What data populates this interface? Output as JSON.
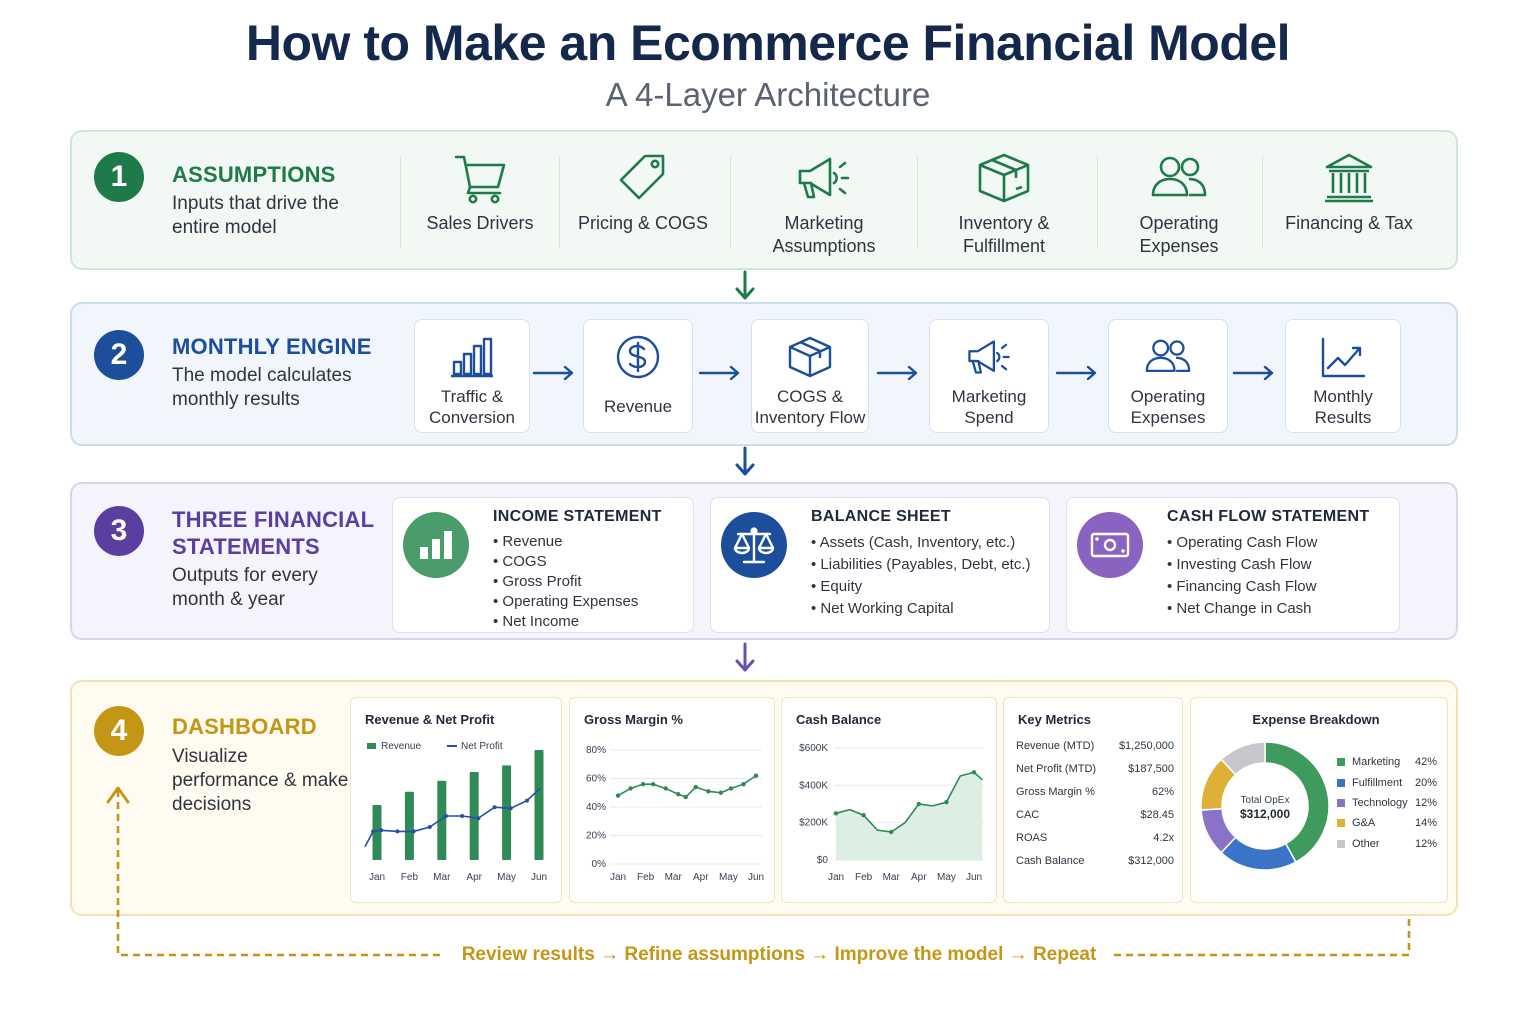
{
  "title": "How to Make an Ecommerce Financial Model",
  "subtitle": "A 4-Layer Architecture",
  "layers": [
    {
      "number": "1",
      "title": "ASSUMPTIONS",
      "description": "Inputs that drive the entire model",
      "items": [
        {
          "label": "Sales Drivers",
          "icon": "shopping-cart-icon"
        },
        {
          "label": "Pricing & COGS",
          "icon": "price-tag-icon"
        },
        {
          "label": "Marketing Assumptions",
          "icon": "megaphone-icon"
        },
        {
          "label": "Inventory & Fulfillment",
          "icon": "box-icon"
        },
        {
          "label": "Operating Expenses",
          "icon": "people-icon"
        },
        {
          "label": "Financing & Tax",
          "icon": "bank-icon"
        }
      ]
    },
    {
      "number": "2",
      "title": "MONTHLY ENGINE",
      "description": "The model calculates monthly results",
      "items": [
        {
          "label": "Traffic & Conversion",
          "icon": "bar-chart-icon"
        },
        {
          "label": "Revenue",
          "icon": "dollar-circle-icon"
        },
        {
          "label": "COGS & Inventory Flow",
          "icon": "box-icon"
        },
        {
          "label": "Marketing Spend",
          "icon": "megaphone-icon"
        },
        {
          "label": "Operating Expenses",
          "icon": "people-icon"
        },
        {
          "label": "Monthly Results",
          "icon": "line-chart-icon"
        }
      ]
    },
    {
      "number": "3",
      "title": "THREE FINANCIAL STATEMENTS",
      "description": "Outputs for every month & year",
      "statements": [
        {
          "title": "INCOME STATEMENT",
          "icon": "bar-chart-icon",
          "items": [
            "Revenue",
            "COGS",
            "Gross Profit",
            "Operating Expenses",
            "Net Income"
          ]
        },
        {
          "title": "BALANCE SHEET",
          "icon": "scales-icon",
          "items": [
            "Assets (Cash, Inventory, etc.)",
            "Liabilities (Payables, Debt, etc.)",
            "Equity",
            "Net Working Capital"
          ]
        },
        {
          "title": "CASH FLOW STATEMENT",
          "icon": "cash-icon",
          "items": [
            "Operating Cash Flow",
            "Investing Cash Flow",
            "Financing Cash Flow",
            "Net Change in Cash"
          ]
        }
      ]
    },
    {
      "number": "4",
      "title": "DASHBOARD",
      "description": "Visualize performance & make decisions"
    }
  ],
  "colors": {
    "green": "#1f7a4a",
    "blue": "#1c4e9c",
    "purple": "#5b3fa0",
    "gold": "#c49616",
    "title": "#14284b"
  },
  "chart_data": [
    {
      "type": "bar",
      "title": "Revenue & Net Profit",
      "categories": [
        "Jan",
        "Feb",
        "Mar",
        "Apr",
        "May",
        "Jun"
      ],
      "ylim": [
        0,
        100
      ],
      "series": [
        {
          "name": "Revenue",
          "type": "bar",
          "values": [
            50,
            62,
            72,
            80,
            86,
            100
          ]
        },
        {
          "name": "Net Profit",
          "type": "line",
          "x": [
            0,
            0.25,
            0.5,
            1,
            1.5,
            2,
            2.5,
            3,
            3.5,
            4,
            4.5,
            5,
            5.4
          ],
          "values": [
            12,
            26,
            27,
            26,
            26,
            30,
            40,
            40,
            38,
            48,
            47,
            54,
            65
          ]
        }
      ]
    },
    {
      "type": "line",
      "title": "Gross Margin %",
      "categories": [
        "Jan",
        "Feb",
        "Mar",
        "Apr",
        "May",
        "Jun"
      ],
      "yticks": [
        "0%",
        "20%",
        "40%",
        "60%",
        "80%"
      ],
      "ylim": [
        0,
        80
      ],
      "series": [
        {
          "name": "",
          "x": [
            0,
            0.5,
            1,
            1.4,
            1.9,
            2.4,
            2.7,
            3.1,
            3.6,
            4.1,
            4.5,
            5.0,
            5.5
          ],
          "values": [
            48,
            53,
            56,
            56,
            53,
            49,
            47,
            54,
            51,
            50,
            53,
            56,
            62
          ]
        }
      ]
    },
    {
      "type": "area",
      "title": "Cash Balance",
      "categories": [
        "Jan",
        "Feb",
        "Mar",
        "Apr",
        "May",
        "Jun"
      ],
      "yticks": [
        "$0",
        "$200K",
        "$400K",
        "$600K"
      ],
      "ylim": [
        0,
        600000
      ],
      "series": [
        {
          "name": "",
          "x": [
            0,
            0.5,
            1,
            1.5,
            2,
            2.5,
            3,
            3.5,
            4,
            4.5,
            5,
            5.3
          ],
          "values": [
            250000,
            270000,
            240000,
            160000,
            150000,
            200000,
            300000,
            290000,
            310000,
            450000,
            470000,
            430000
          ]
        }
      ]
    },
    {
      "type": "table",
      "title": "Key Metrics",
      "rows": [
        {
          "label": "Revenue (MTD)",
          "value": "$1,250,000"
        },
        {
          "label": "Net Profit (MTD)",
          "value": "$187,500"
        },
        {
          "label": "Gross Margin %",
          "value": "62%"
        },
        {
          "label": "CAC",
          "value": "$28.45"
        },
        {
          "label": "ROAS",
          "value": "4.2x"
        },
        {
          "label": "Cash Balance",
          "value": "$312,000"
        }
      ]
    },
    {
      "type": "pie",
      "title": "Expense Breakdown",
      "center_label": "Total OpEx",
      "center_value": "$312,000",
      "slices": [
        {
          "name": "Marketing",
          "value": 42,
          "label": "42%",
          "color": "#3f9a5e"
        },
        {
          "name": "Fulfillment",
          "value": 20,
          "label": "20%",
          "color": "#3b74c7"
        },
        {
          "name": "Technology",
          "value": 12,
          "label": "12%",
          "color": "#8a72c8"
        },
        {
          "name": "G&A",
          "value": 14,
          "label": "14%",
          "color": "#dfb038"
        },
        {
          "name": "Other",
          "value": 12,
          "label": "12%",
          "color": "#c5c7cc"
        }
      ]
    }
  ],
  "feedback_loop": {
    "steps": [
      "Review results",
      "Refine assumptions",
      "Improve the model",
      "Repeat"
    ]
  }
}
